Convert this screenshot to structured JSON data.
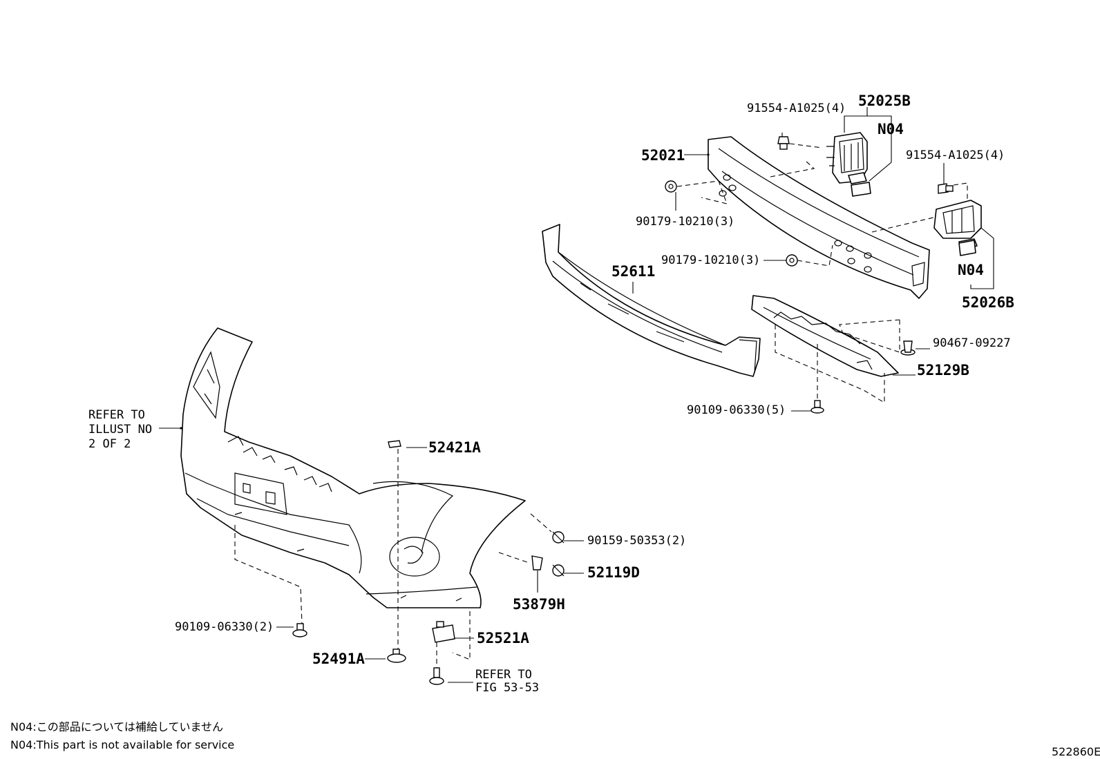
{
  "diagram": {
    "labels": {
      "p52025B": "52025B",
      "p91554_top": "91554-A1025(4)",
      "n04_top": "N04",
      "p52021": "52021",
      "p91554_right": "91554-A1025(4)",
      "p90179_a": "90179-10210(3)",
      "p90179_b": "90179-10210(3)",
      "p52611": "52611",
      "n04_right": "N04",
      "p52026B": "52026B",
      "p90467": "90467-09227",
      "p52129B": "52129B",
      "p90109_5": "90109-06330(5)",
      "refer_line1": "REFER TO",
      "refer_line2": "ILLUST NO",
      "refer_line3": "2 OF 2",
      "p52421A": "52421A",
      "p90159": "90159-50353(2)",
      "p52119D": "52119D",
      "p53879H": "53879H",
      "p90109_2": "90109-06330(2)",
      "p52521A": "52521A",
      "p52491A": "52491A",
      "fig_line1": "REFER TO",
      "fig_line2": "FIG 53-53"
    },
    "notes": {
      "jp": "N04:この部品については補給していません",
      "en": "N04:This part is not available for service"
    },
    "figure_id": "522860E"
  }
}
